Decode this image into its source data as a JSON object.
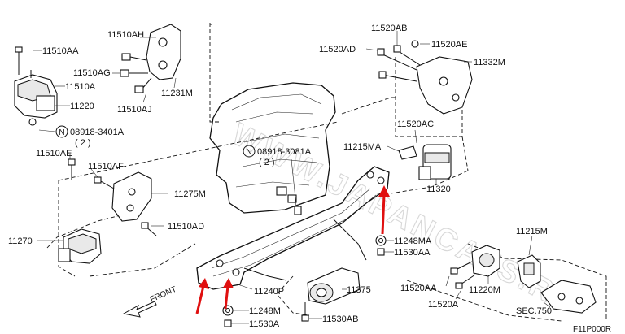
{
  "diagram": {
    "watermark": "WWW.JAPANCATS.RU",
    "figure_code": "F11P000R",
    "front_label": "FRONT",
    "labels": {
      "p11510AA": "11510AA",
      "p11510A": "11510A",
      "p11220": "11220",
      "p08918_3401A": "08918-3401A",
      "p08918_3401A_qty": "( 2 )",
      "p11510AH": "11510AH",
      "p11510AG": "11510AG",
      "p11510AJ": "11510AJ",
      "p11231M": "11231M",
      "p11520AB": "11520AB",
      "p11520AD": "11520AD",
      "p11520AE": "11520AE",
      "p11332M": "11332M",
      "p11520AC": "11520AC",
      "p11215MA": "11215MA",
      "p11320": "11320",
      "p08918_3081A": "08918-3081A",
      "p08918_3081A_qty": "( 2 )",
      "p11510AE": "11510AE",
      "p11510AF": "11510AF",
      "p11275M": "11275M",
      "p11510AD": "11510AD",
      "p11270": "11270",
      "p11248MA": "11248MA",
      "p11530AA": "11530AA",
      "p11240P": "11240P",
      "p11375": "11375",
      "p11248M": "11248M",
      "p11530A": "11530A",
      "p11530AB": "11530AB",
      "p11520AA": "11520AA",
      "p11220M": "11220M",
      "p11520A": "11520A",
      "p11215M": "11215M",
      "sec750": "SEC.750"
    },
    "nut_symbol": "N",
    "highlight_color": "#e01010"
  }
}
